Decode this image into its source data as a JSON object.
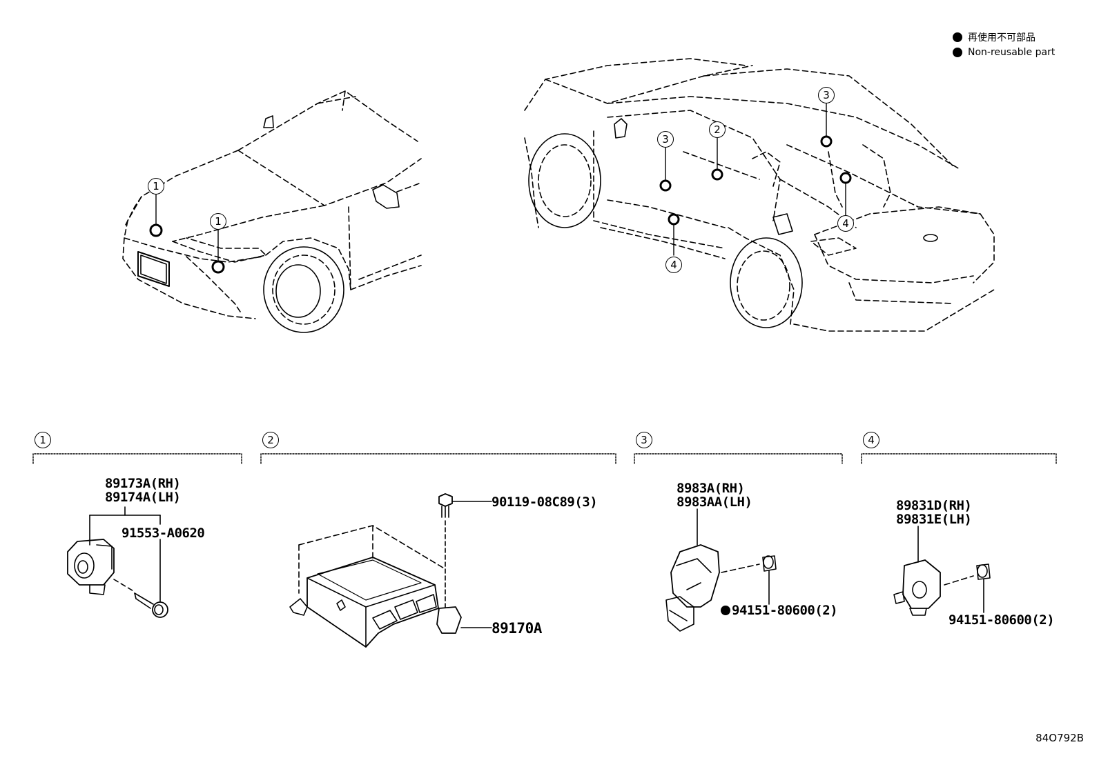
{
  "legend": [
    {
      "text": "再使用不可部品",
      "icon": "filled-dot"
    },
    {
      "text": "Non-reusable part",
      "icon": "filled-dot"
    }
  ],
  "locator_callouts": {
    "front_view": [
      "1",
      "1"
    ],
    "rear_view": [
      "2",
      "3",
      "3",
      "4",
      "4"
    ]
  },
  "sections": [
    {
      "number": "1",
      "parts": [
        "89173A(RH)",
        "89174A(LH)",
        "91553-A0620"
      ]
    },
    {
      "number": "2",
      "parts": [
        "90119-08C89(3)",
        "89170A"
      ]
    },
    {
      "number": "3",
      "parts": [
        "8983A(RH)",
        "8983AA(LH)",
        "94151-80600(2)"
      ]
    },
    {
      "number": "4",
      "parts": [
        "89831D(RH)",
        "89831E(LH)",
        "94151-80600(2)"
      ]
    }
  ],
  "drawing_code": "84O792B"
}
